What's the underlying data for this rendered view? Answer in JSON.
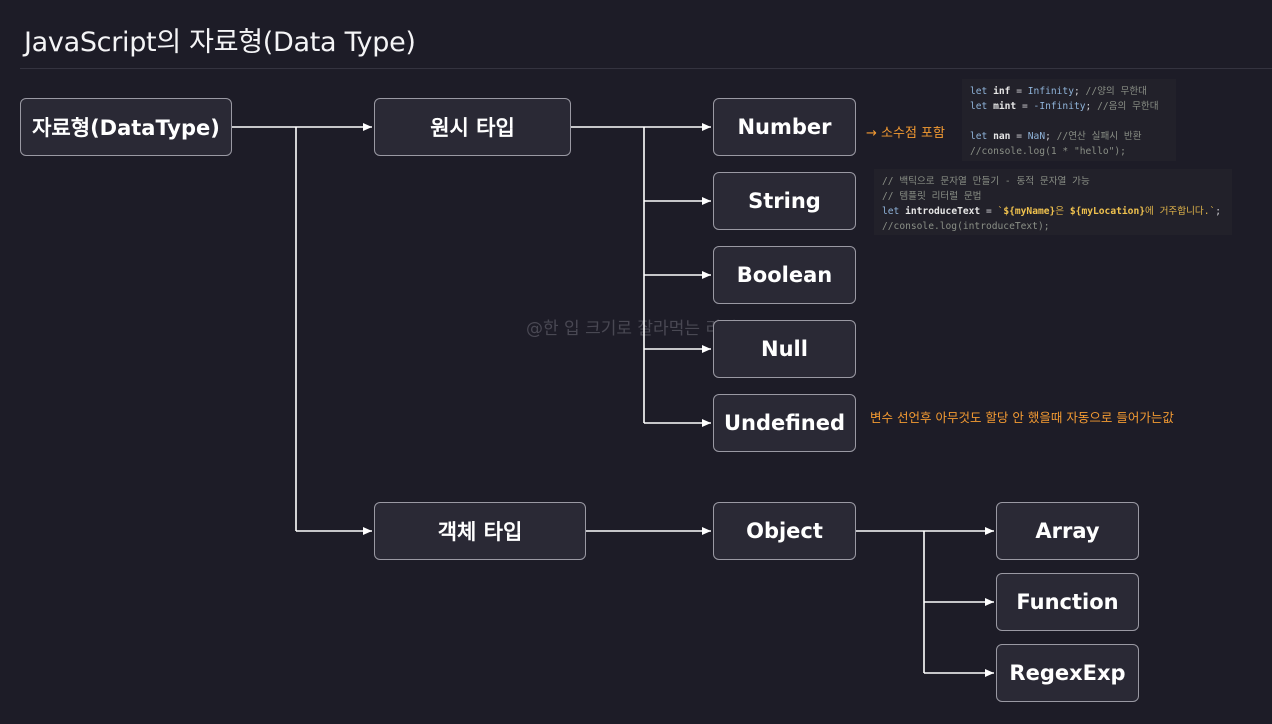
{
  "page": {
    "title": "JavaScript의 자료형(Data Type)"
  },
  "nodes": {
    "root": "자료형(DataType)",
    "primitive": "원시 타입",
    "object_type": "객체 타입",
    "number": "Number",
    "string": "String",
    "boolean": "Boolean",
    "null": "Null",
    "undefined": "Undefined",
    "object": "Object",
    "array": "Array",
    "function": "Function",
    "regexexp": "RegexExp"
  },
  "code_number": {
    "l1_kw": "let",
    "l1_var": "inf",
    "l1_op": " = ",
    "l1_val": "Infinity",
    "l1_semi": ";",
    "l1_cm": " //양의 무한대",
    "l2_kw": "let",
    "l2_var": "mint",
    "l2_op": " = ",
    "l2_val": "-Infinity",
    "l2_semi": ";",
    "l2_cm": " //음의 무한대",
    "l3_kw": "let",
    "l3_var": "nan",
    "l3_op": " = ",
    "l3_val": "NaN",
    "l3_semi": ";",
    "l3_cm": " //연산 실패시 반환",
    "l4": "//console.log(1 * \"hello\");"
  },
  "code_string": {
    "l1": "// 백틱으로 문자열 만들기 - 동적 문자열 가능",
    "l2": "// 템플릿 리터럴 문법",
    "l3_kw": "let",
    "l3_var": "introduceText",
    "l3_op": " = ",
    "l3_s1": "`",
    "l3_t1": "${myName}",
    "l3_s2": "은 ",
    "l3_t2": "${myLocation}",
    "l3_s3": "에 거주합니다.`",
    "l3_semi": ";",
    "l4": "//console.log(introduceText);"
  },
  "notes": {
    "number_note": "→ 소수점 포함",
    "undefined_note": "변수 선언후  아무것도 할당 안 했을때  자동으로 들어가는값"
  },
  "watermark": "@한 입 크기로 잘라먹는 리액트",
  "colors": {
    "background": "#1d1c27",
    "node_fill": "#2a2935",
    "node_border": "#9a99a3",
    "connector": "#ffffff",
    "annotation": "#f39a32"
  }
}
